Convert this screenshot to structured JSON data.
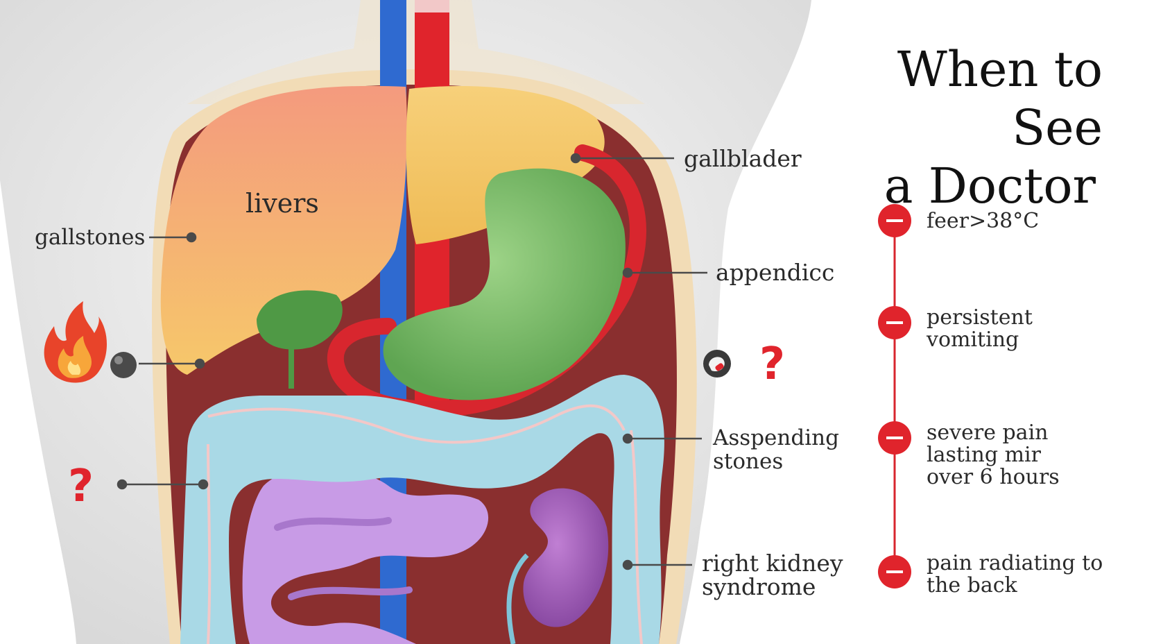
{
  "title": {
    "line1": "When to See",
    "line2": "a Doctor"
  },
  "labels": {
    "gallblader": "gallblader",
    "livers": "livers",
    "gallstones": "gallstones",
    "appendicc": "appendicc",
    "asspending": "Asspending\nstones",
    "kidney": "right kidney\nsyndrome"
  },
  "symbols": {
    "question_mark": "?"
  },
  "warning_signs": [
    {
      "text": "feer>38°C"
    },
    {
      "text": "persistent\nvomiting"
    },
    {
      "text": "severe pain\nlasting mir\nover 6 hours"
    },
    {
      "text": "pain radiating to\nthe back"
    }
  ],
  "colors": {
    "alert_red": "#e0242c",
    "liver": "#f6a77f",
    "gallbladder_lobe": "#f3c865",
    "stomach": "#7ec06c",
    "colon": "#a9d9e6",
    "small_intestine": "#c89be6",
    "kidney": "#9d5cb3",
    "vein": "#2f6ad0",
    "artery": "#e0242c"
  },
  "icons": [
    "flame-icon",
    "stone-icon",
    "question-icon",
    "bandage-icon",
    "minus-circle-icon"
  ]
}
